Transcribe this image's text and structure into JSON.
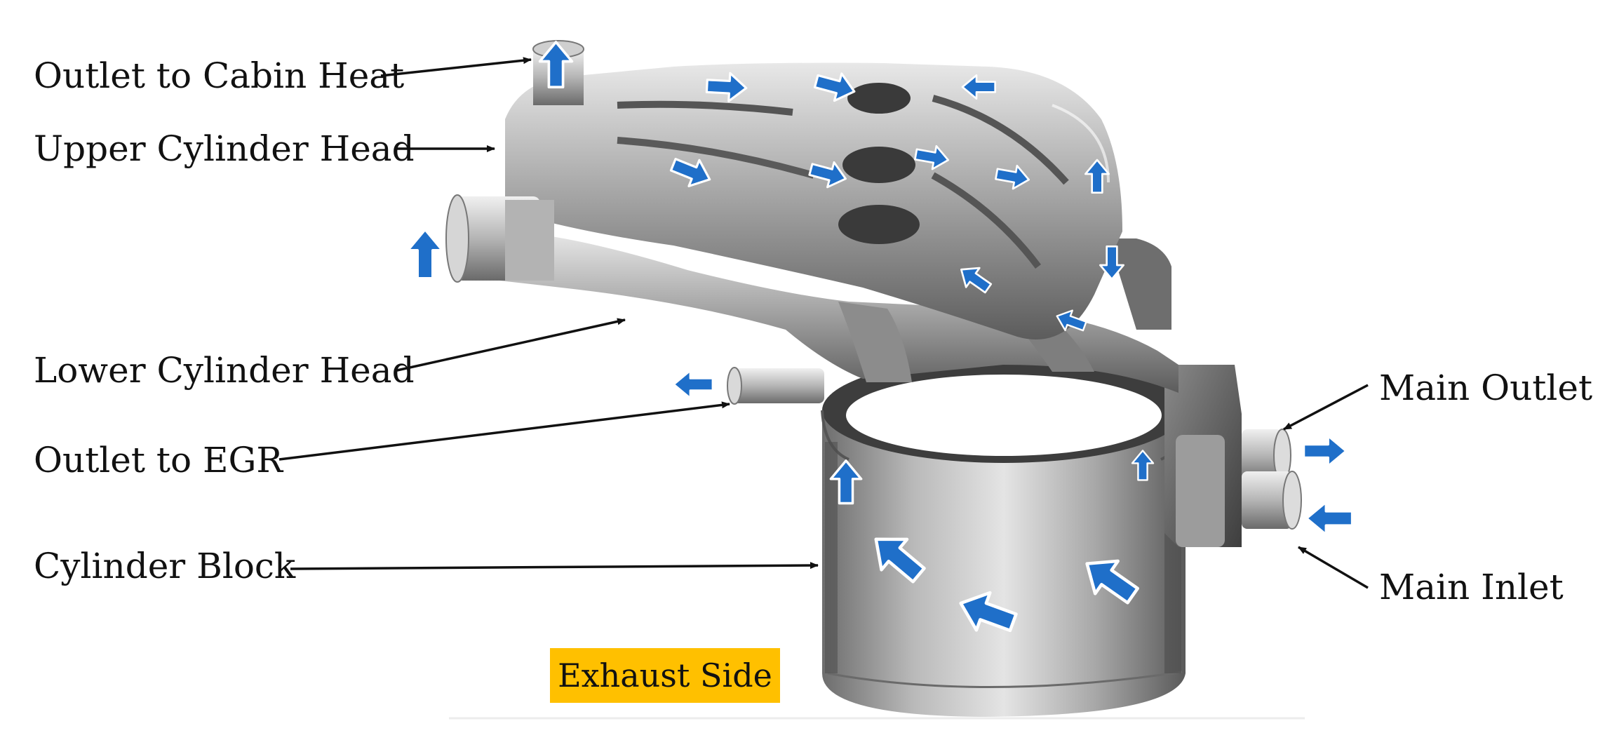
{
  "labels": {
    "outlet_cabin_heat": "Outlet to Cabin Heat",
    "upper_cylinder_head": "Upper Cylinder Head",
    "lower_cylinder_head": "Lower Cylinder Head",
    "outlet_egr": "Outlet to EGR",
    "cylinder_block": "Cylinder Block",
    "main_outlet": "Main Outlet",
    "main_inlet": "Main Inlet",
    "exhaust_side": "Exhaust Side"
  },
  "colors": {
    "flow_arrow": "#1f6fc9",
    "highlight_box": "#ffc000",
    "metal_dark": "#4a4a4a",
    "metal_light": "#d8d8d8"
  },
  "icons": [
    "flow-arrow-icon"
  ]
}
